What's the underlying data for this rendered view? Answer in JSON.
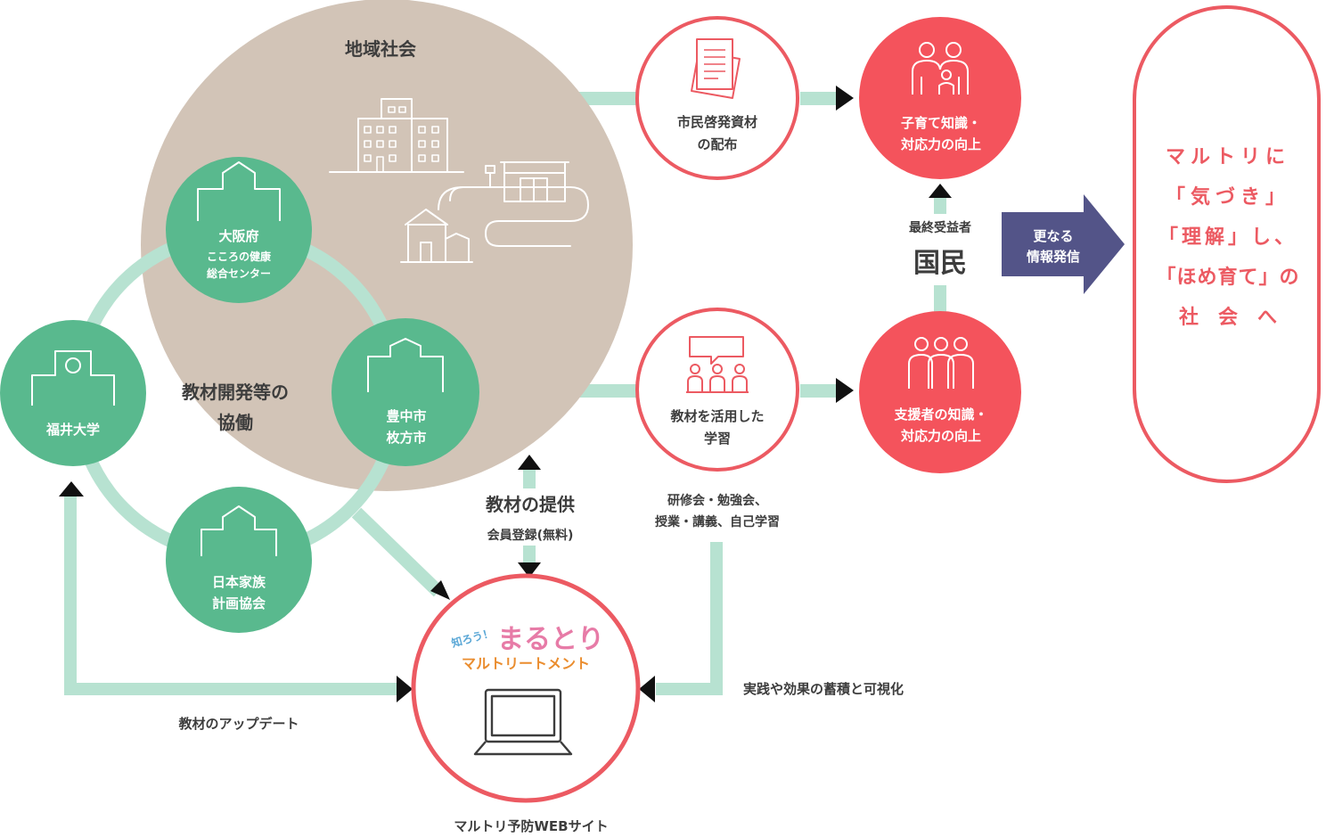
{
  "colors": {
    "community": "#d2c4b7",
    "green": "#59b98e",
    "mint": "#b7e2d1",
    "red": "#f4535c",
    "red_border": "#ec5a62",
    "navy": "#535488",
    "text": "#3d3d3d"
  },
  "community": {
    "title": "地域社会"
  },
  "collab": {
    "line1": "教材開発等の",
    "line2": "協働"
  },
  "partners": [
    {
      "lines": [
        "大阪府"
      ],
      "sub": [
        "こころの健康",
        "総合センター"
      ],
      "icon": "government-building-icon"
    },
    {
      "lines": [
        "福井大学"
      ],
      "sub": [],
      "icon": "university-icon"
    },
    {
      "lines": [
        "豊中市",
        "枚方市"
      ],
      "sub": [],
      "icon": "city-hall-icon"
    },
    {
      "lines": [
        "日本家族",
        "計画協会"
      ],
      "sub": [],
      "icon": "association-building-icon"
    }
  ],
  "activities": {
    "leaflet": {
      "lines": [
        "市民啓発資材",
        "の配布"
      ],
      "icon": "documents-icon"
    },
    "training": {
      "lines": [
        "教材を活用した",
        "学習"
      ],
      "icon": "meeting-icon"
    },
    "training_note": [
      "研修会・勉強会、",
      "授業・講義、自己学習"
    ]
  },
  "outcomes": {
    "parents": {
      "lines": [
        "子育て知識・",
        "対応力の向上"
      ],
      "icon": "parent-child-icon"
    },
    "supporters": {
      "lines": [
        "支援者の知識・",
        "対応力の向上"
      ],
      "icon": "supporters-group-icon"
    }
  },
  "beneficiary": {
    "label": "最終受益者",
    "title": "国民"
  },
  "dissemination": {
    "lines": [
      "更なる",
      "情報発信"
    ]
  },
  "goal": {
    "lines": [
      "マルトリに",
      "「気づき」",
      "「理解」し、",
      "「ほめ育て」の",
      "社　会　へ"
    ]
  },
  "material": {
    "title": "教材の提供",
    "sub": "会員登録(無料)"
  },
  "accumulation": "実践や効果の蓄積と可視化",
  "update": "教材のアップデート",
  "website": {
    "logo_small": "知ろう！",
    "logo_main": "まるとり",
    "logo_sub": "マルトリートメント",
    "caption": "マルトリ予防WEBサイト",
    "icon": "laptop-icon"
  }
}
